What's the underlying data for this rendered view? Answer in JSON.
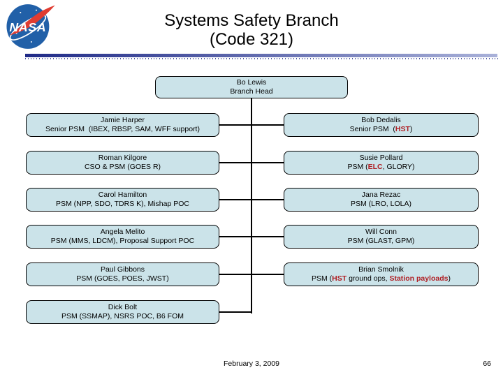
{
  "header": {
    "title_line1": "Systems Safety Branch",
    "title_line2": "(Code 321)",
    "logo": "nasa-meatball-logo"
  },
  "org_chart": {
    "head": {
      "name": "Bo Lewis",
      "role": [
        {
          "text": "Branch Head"
        }
      ]
    },
    "left_column": [
      {
        "name": "Jamie Harper",
        "role": [
          {
            "text": "Senior PSM  (IBEX, RBSP, SAM, WFF support)"
          }
        ]
      },
      {
        "name": "Roman Kilgore",
        "role": [
          {
            "text": "CSO & PSM (GOES R)"
          }
        ]
      },
      {
        "name": "Carol Hamilton",
        "role": [
          {
            "text": "PSM (NPP, SDO, TDRS K), Mishap POC"
          }
        ]
      },
      {
        "name": "Angela Melito",
        "role": [
          {
            "text": "PSM (MMS, LDCM), Proposal Support POC"
          }
        ]
      },
      {
        "name": "Paul Gibbons",
        "role": [
          {
            "text": "PSM (GOES, POES, JWST)"
          }
        ]
      },
      {
        "name": "Dick Bolt",
        "role": [
          {
            "text": "PSM (SSMAP), NSRS POC, B6 FOM"
          }
        ]
      }
    ],
    "right_column": [
      {
        "name": "Bob Dedalis",
        "role": [
          {
            "text": "Senior PSM  ("
          },
          {
            "text": "HST",
            "highlight": true
          },
          {
            "text": ")"
          }
        ]
      },
      {
        "name": "Susie Pollard",
        "role": [
          {
            "text": "PSM ("
          },
          {
            "text": "ELC",
            "highlight": true
          },
          {
            "text": ", GLORY)"
          }
        ]
      },
      {
        "name": "Jana Rezac",
        "role": [
          {
            "text": "PSM (LRO, LOLA)"
          }
        ]
      },
      {
        "name": "Will Conn",
        "role": [
          {
            "text": "PSM (GLAST, GPM)"
          }
        ]
      },
      {
        "name": "Brian Smolnik",
        "role": [
          {
            "text": "PSM ("
          },
          {
            "text": "HST",
            "highlight": true
          },
          {
            "text": " ground ops, "
          },
          {
            "text": "Station payloads",
            "highlight": true
          },
          {
            "text": ")"
          }
        ]
      }
    ]
  },
  "footer": {
    "date": "February 3, 2009",
    "page_number": "66"
  },
  "colors": {
    "box_fill": "#cbe3e9",
    "box_border": "#000000",
    "highlight_red": "#b02025",
    "divider_start": "#1f2a87",
    "divider_end": "#a9b1d9",
    "logo_blue": "#2160a8",
    "logo_red": "#e03c31"
  }
}
